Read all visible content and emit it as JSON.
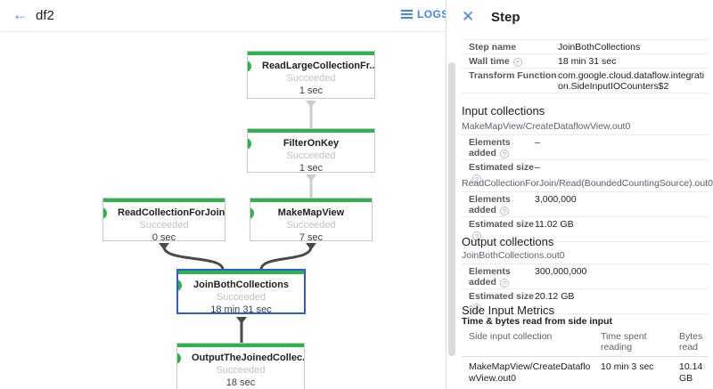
{
  "colors": {
    "accent_blue": "#4285f4",
    "success_green": "#2cb34c",
    "selected_node_blue": "#2b5cd9",
    "edge_light": "#cccccc",
    "edge_dark": "#4a4a4a"
  },
  "icons": {
    "back": "arrow-left",
    "logs": "menu",
    "close": "x",
    "help": "question-circle",
    "node_success": "check-circle",
    "node_expand": "chevron-down"
  },
  "topbar": {
    "title": "df2",
    "logs_label": "LOGS"
  },
  "panel": {
    "title": "Step",
    "details": [
      {
        "label": "Step name",
        "value": "JoinBothCollections"
      },
      {
        "label": "Wall time",
        "value": "18 min 31 sec"
      },
      {
        "label": "Transform Function",
        "value": "com.google.cloud.dataflow.integration.SideInputIOCounters$2"
      }
    ],
    "input_collections": {
      "heading": "Input collections",
      "groups": [
        {
          "name": "MakeMapView/CreateDataflowView.out0",
          "rows": [
            {
              "label": "Elements added",
              "value": "–"
            },
            {
              "label": "Estimated size",
              "value": "–"
            }
          ]
        },
        {
          "name": "ReadCollectionForJoin/Read(BoundedCountingSource).out0",
          "rows": [
            {
              "label": "Elements added",
              "value": "3,000,000"
            },
            {
              "label": "Estimated size",
              "value": "11.02 GB"
            }
          ]
        }
      ]
    },
    "output_collections": {
      "heading": "Output collections",
      "groups": [
        {
          "name": "JoinBothCollections.out0",
          "rows": [
            {
              "label": "Elements added",
              "value": "300,000,000"
            },
            {
              "label": "Estimated size",
              "value": "20.12 GB"
            }
          ]
        }
      ]
    },
    "side_input_metrics": {
      "heading": "Side Input Metrics",
      "subheading": "Time & bytes read from side input",
      "headers": [
        "Side input collection",
        "Time spent reading",
        "Bytes read"
      ],
      "rows": [
        {
          "collection": "MakeMapView/CreateDataflowView.out0",
          "time": "10 min 3 sec",
          "bytes": "10.14 GB"
        }
      ]
    }
  },
  "graph": {
    "nodes": [
      {
        "title": "ReadLargeCollectionFr...",
        "status": "Succeeded",
        "time": "1 sec"
      },
      {
        "title": "FilterOnKey",
        "status": "Succeeded",
        "time": "1 sec"
      },
      {
        "title": "ReadCollectionForJoin",
        "status": "Succeeded",
        "time": "0 sec"
      },
      {
        "title": "MakeMapView",
        "status": "Succeeded",
        "time": "7 sec"
      },
      {
        "title": "JoinBothCollections",
        "status": "Succeeded",
        "time": "18 min 31 sec"
      },
      {
        "title": "OutputTheJoinedCollec...",
        "status": "Succeeded",
        "time": "18 sec"
      }
    ]
  }
}
